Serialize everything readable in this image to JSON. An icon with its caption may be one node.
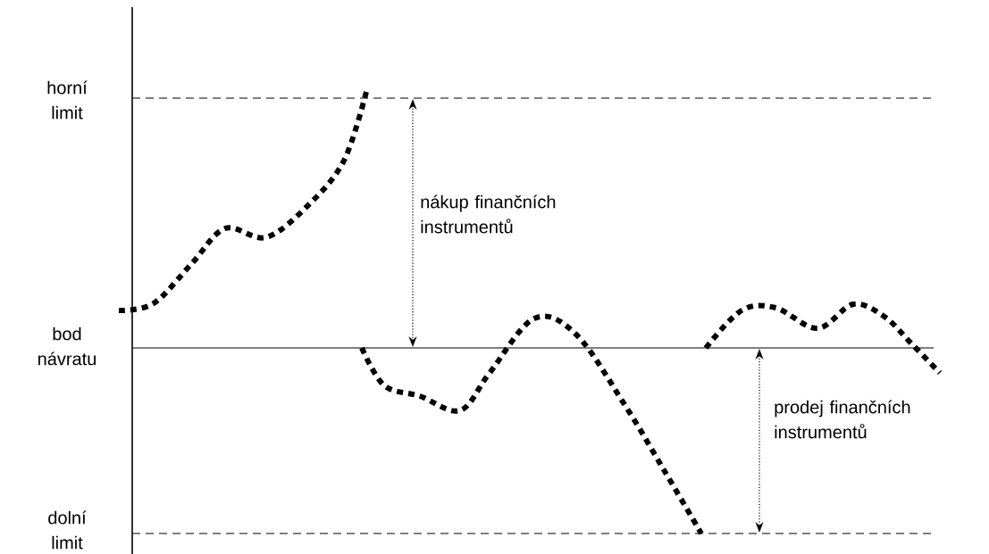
{
  "diagram": {
    "labels": [
      "horní limit",
      "nákup finančních instrumentů",
      "bod návratu",
      "prodej finančních instrumentů",
      "dolní limit"
    ]
  }
}
